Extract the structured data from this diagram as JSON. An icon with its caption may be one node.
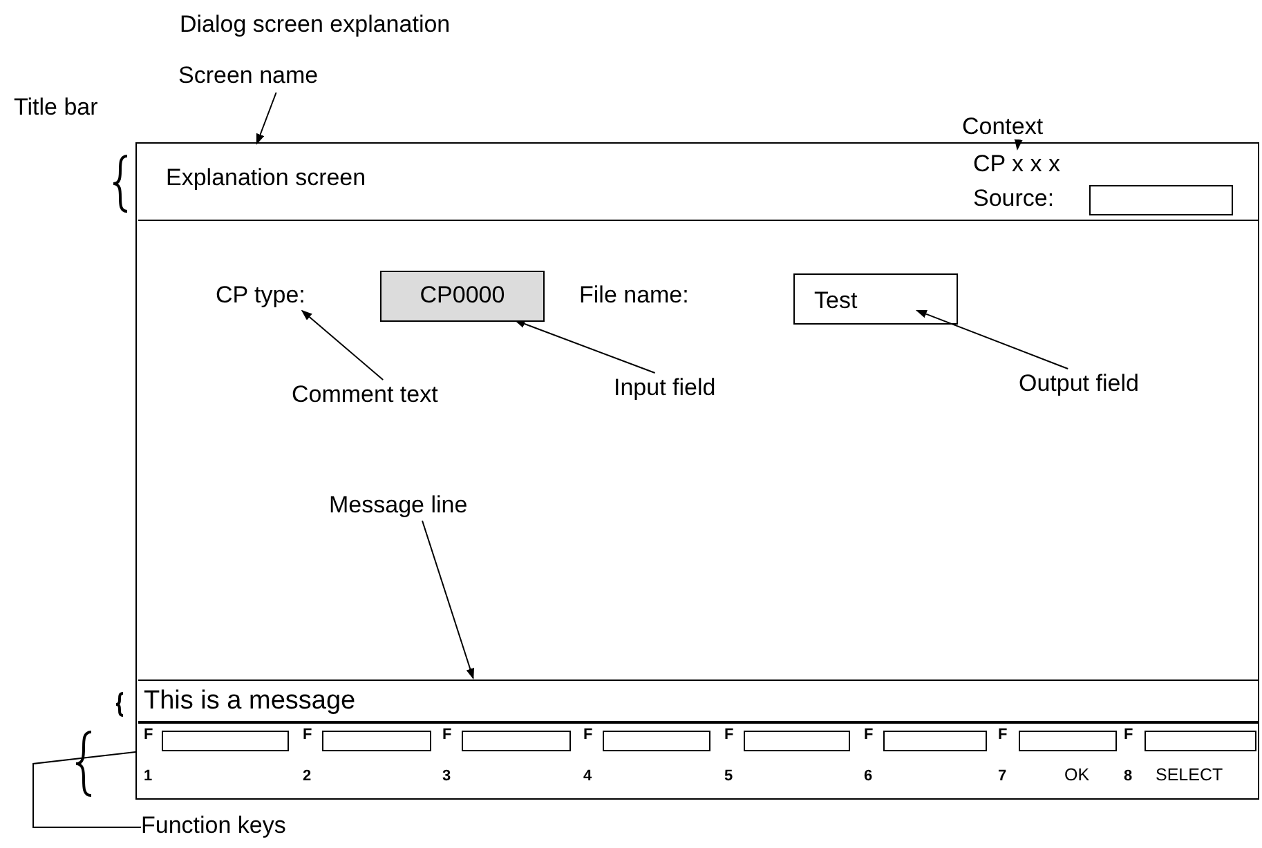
{
  "diagram": {
    "title": "Dialog screen explanation",
    "nodes": [
      {
        "text": [],
        "shape": "box"
      },
      {
        "text": [
          "Explanation screen"
        ],
        "in": 0
      },
      {
        "text": [
          "CP x x x"
        ],
        "in": 1
      },
      {
        "text": [
          "Source:"
        ],
        "in": 1
      },
      {
        "text": [],
        "shape": "box",
        "in": 1
      },
      {
        "text": [
          "CP type:"
        ],
        "in": 0
      },
      {
        "text": [
          "CP0000"
        ],
        "in": 0
      },
      {
        "text": [
          "File name:"
        ],
        "in": 0
      },
      {
        "text": [
          "Test"
        ],
        "in": 0
      },
      {
        "text": [
          "This is a message"
        ],
        "in": 0
      },
      {
        "text": [],
        "shape": "bar",
        "in": 0
      },
      {
        "text": [],
        "shape": "box",
        "in": 10
      },
      {
        "text": [],
        "shape": "box",
        "in": 10
      },
      {
        "text": [],
        "shape": "box",
        "in": 10
      },
      {
        "text": [],
        "shape": "box",
        "in": 10
      },
      {
        "text": [],
        "shape": "box",
        "in": 10
      },
      {
        "text": [],
        "shape": "box",
        "in": 10
      },
      {
        "text": [],
        "shape": "box",
        "in": 10
      },
      {
        "text": [],
        "shape": "box",
        "in": 10
      },
      {
        "text": [
          "Screen name"
        ]
      },
      {
        "text": [
          "Context"
        ]
      },
      {
        "text": [
          "Comment text"
        ],
        "in": 0
      },
      {
        "text": [
          "Input field"
        ],
        "in": 0
      },
      {
        "text": [
          "Output field"
        ],
        "in": 0
      },
      {
        "text": [
          "Message line"
        ],
        "in": 0
      },
      {
        "text": [
          "Function keys"
        ]
      }
    ],
    "edges": [
      {
        "from": 19,
        "to": 1,
        "arrow": "to"
      },
      {
        "from": 20,
        "to": 2,
        "arrow": "to"
      },
      {
        "from": 21,
        "to": 5,
        "arrow": "to"
      },
      {
        "from": 22,
        "to": 6,
        "arrow": "to"
      },
      {
        "from": 23,
        "to": 8,
        "arrow": "to"
      },
      {
        "from": 24,
        "to": 9,
        "arrow": "to"
      },
      {
        "from": 25,
        "to": 10,
        "arrow": "none"
      }
    ],
    "labels": [
      "Title bar",
      "F",
      "F",
      "F",
      "F",
      "F",
      "F",
      "F",
      "F",
      "1",
      "2",
      "3",
      "4",
      "5",
      "6",
      "7",
      "OK",
      "8",
      "SELECT"
    ]
  }
}
